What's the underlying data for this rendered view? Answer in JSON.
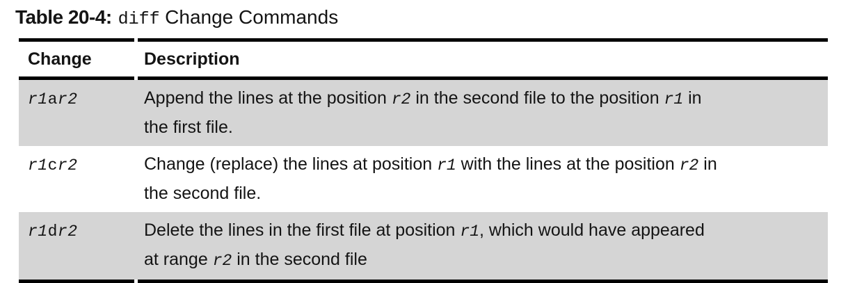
{
  "caption": {
    "label": "Table 20-4:",
    "code": "diff",
    "rest": "Change Commands"
  },
  "colors": {
    "row_shade": "#d5d5d5",
    "rule": "#000000",
    "text": "#141414"
  },
  "table": {
    "columns": [
      {
        "label": "Change"
      },
      {
        "label": "Description"
      }
    ],
    "rows": [
      {
        "shaded": true,
        "command": [
          {
            "t": "var",
            "v": "r1"
          },
          {
            "t": "op",
            "v": "a"
          },
          {
            "t": "var",
            "v": "r2"
          }
        ],
        "description": [
          {
            "t": "text",
            "v": "Append the lines at the position "
          },
          {
            "t": "var",
            "v": "r2"
          },
          {
            "t": "text",
            "v": " in the second file to the position "
          },
          {
            "t": "var",
            "v": "r1"
          },
          {
            "t": "text",
            "v": " in"
          },
          {
            "t": "br"
          },
          {
            "t": "text",
            "v": "the first file."
          }
        ]
      },
      {
        "shaded": false,
        "command": [
          {
            "t": "var",
            "v": "r1"
          },
          {
            "t": "op",
            "v": "c"
          },
          {
            "t": "var",
            "v": "r2"
          }
        ],
        "description": [
          {
            "t": "text",
            "v": "Change (replace) the lines at position "
          },
          {
            "t": "var",
            "v": "r1"
          },
          {
            "t": "text",
            "v": " with the lines at the position "
          },
          {
            "t": "var",
            "v": "r2"
          },
          {
            "t": "text",
            "v": " in"
          },
          {
            "t": "br"
          },
          {
            "t": "text",
            "v": "the second file."
          }
        ]
      },
      {
        "shaded": true,
        "command": [
          {
            "t": "var",
            "v": "r1"
          },
          {
            "t": "op",
            "v": "d"
          },
          {
            "t": "var",
            "v": "r2"
          }
        ],
        "description": [
          {
            "t": "text",
            "v": "Delete the lines in the first file at position "
          },
          {
            "t": "var",
            "v": "r1"
          },
          {
            "t": "text",
            "v": ", which would have appeared"
          },
          {
            "t": "br"
          },
          {
            "t": "text",
            "v": "at range "
          },
          {
            "t": "var",
            "v": "r2"
          },
          {
            "t": "text",
            "v": " in the second file"
          }
        ]
      }
    ]
  }
}
